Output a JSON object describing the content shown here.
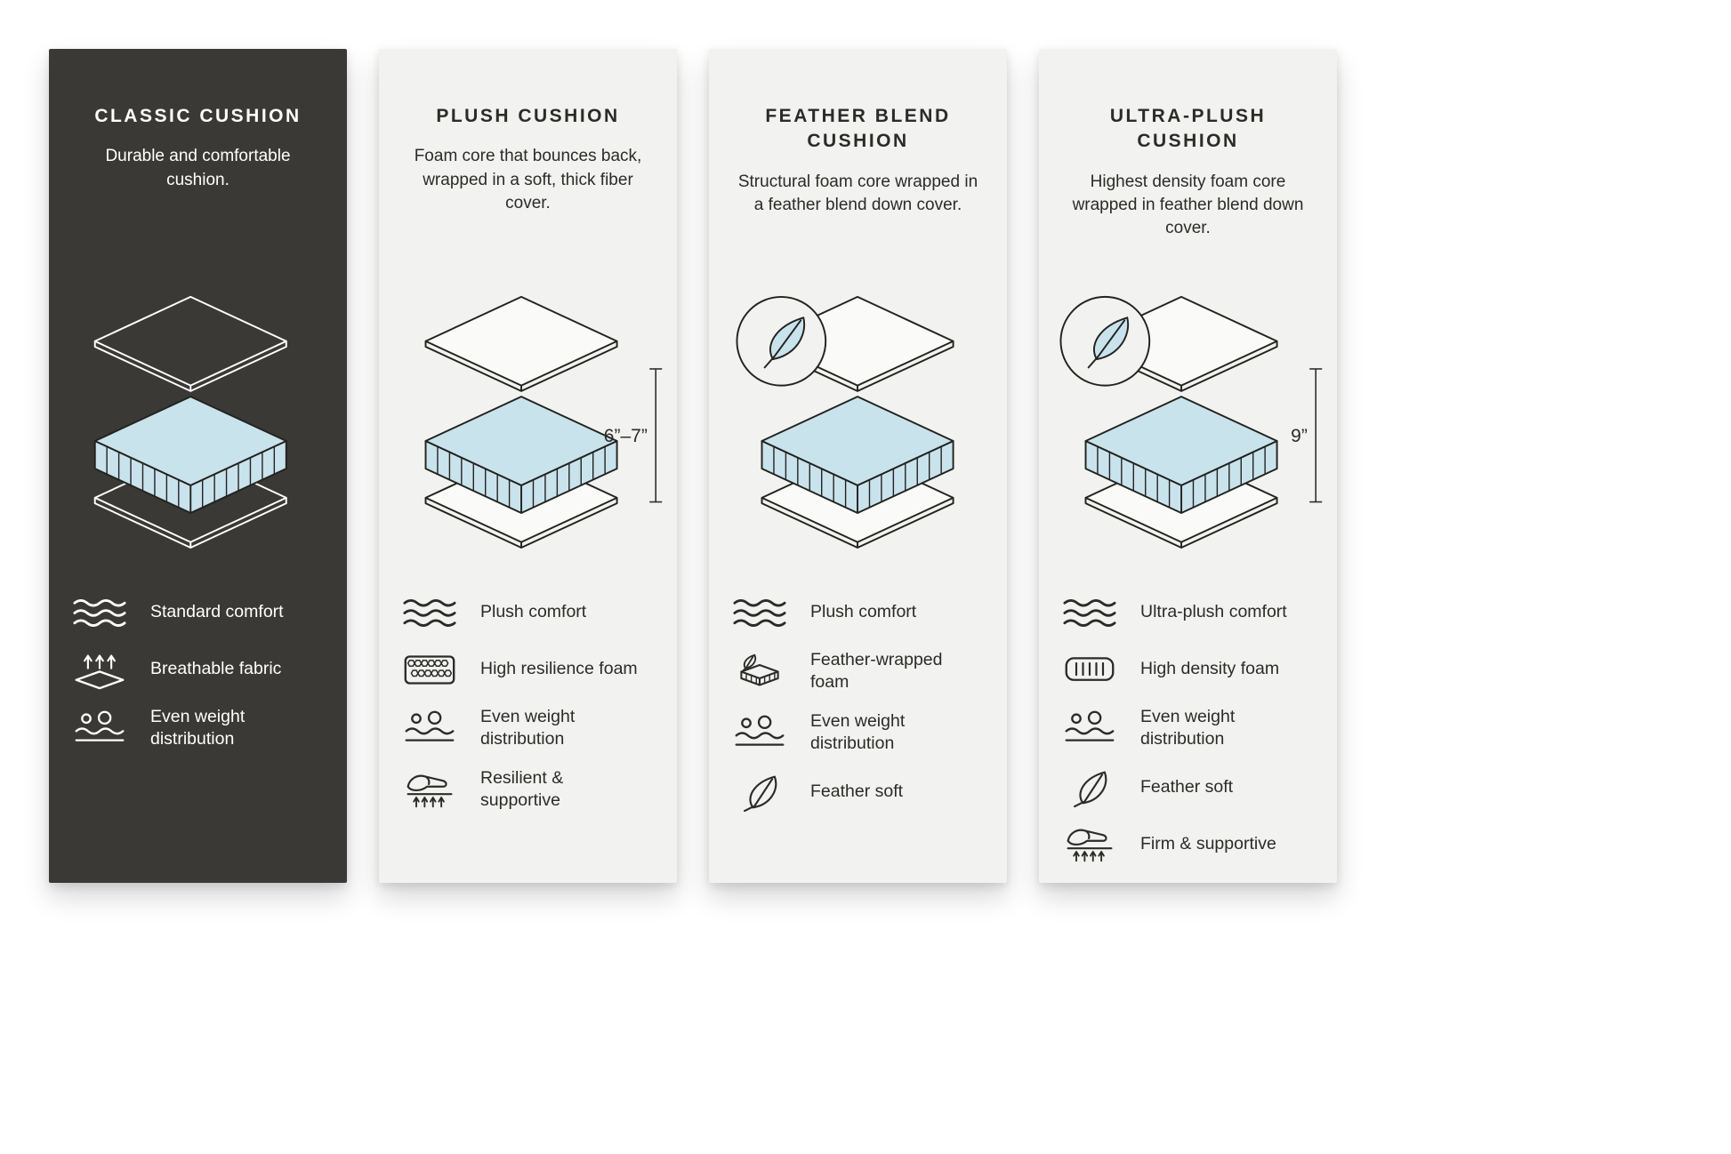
{
  "colors": {
    "foam_blue": "#c9e3ed",
    "dark_panel_bg": "#3a3936",
    "light_panel_bg": "#f2f2f0",
    "ink": "#2b2b28",
    "light_text": "#ffffff"
  },
  "panels": [
    {
      "name": "classic-cushion",
      "theme": "dark",
      "title": "CLASSIC CUSHION",
      "description": "Durable and comfortable cushion.",
      "diagram": {
        "icon": "cushion-layers-diagram",
        "feather_badge": false,
        "measurement": null
      },
      "features": [
        {
          "icon": "waves-icon",
          "label": "Standard comfort"
        },
        {
          "icon": "breathable-fabric-icon",
          "label": "Breathable fabric"
        },
        {
          "icon": "even-weight-icon",
          "label": "Even weight distribution"
        }
      ]
    },
    {
      "name": "plush-cushion",
      "theme": "light",
      "title": "PLUSH CUSHION",
      "description": "Foam core that bounces back, wrapped in a soft, thick fiber cover.",
      "diagram": {
        "icon": "cushion-layers-diagram",
        "feather_badge": false,
        "measurement": "6”–7”"
      },
      "features": [
        {
          "icon": "waves-icon",
          "label": "Plush comfort"
        },
        {
          "icon": "resilience-foam-icon",
          "label": "High resilience foam"
        },
        {
          "icon": "even-weight-icon",
          "label": "Even weight distribution"
        },
        {
          "icon": "hand-press-icon",
          "label": "Resilient & supportive"
        }
      ]
    },
    {
      "name": "feather-blend-cushion",
      "theme": "light",
      "title": "FEATHER BLEND CUSHION",
      "description": "Structural foam core wrapped in a feather blend down cover.",
      "diagram": {
        "icon": "cushion-layers-diagram",
        "feather_badge": true,
        "measurement": null
      },
      "features": [
        {
          "icon": "waves-icon",
          "label": "Plush comfort"
        },
        {
          "icon": "feather-foam-icon",
          "label": "Feather-wrapped foam"
        },
        {
          "icon": "even-weight-icon",
          "label": "Even weight distribution"
        },
        {
          "icon": "feather-icon",
          "label": "Feather soft"
        }
      ]
    },
    {
      "name": "ultra-plush-cushion",
      "theme": "light",
      "title": "ULTRA-PLUSH CUSHION",
      "description": "Highest density foam core wrapped in feather blend down cover.",
      "diagram": {
        "icon": "cushion-layers-diagram",
        "feather_badge": true,
        "measurement": "9”"
      },
      "features": [
        {
          "icon": "waves-icon",
          "label": "Ultra-plush comfort"
        },
        {
          "icon": "density-foam-icon",
          "label": "High density foam"
        },
        {
          "icon": "even-weight-icon",
          "label": "Even weight distribution"
        },
        {
          "icon": "feather-icon",
          "label": "Feather soft"
        },
        {
          "icon": "hand-press-icon",
          "label": "Firm & supportive"
        }
      ]
    }
  ]
}
